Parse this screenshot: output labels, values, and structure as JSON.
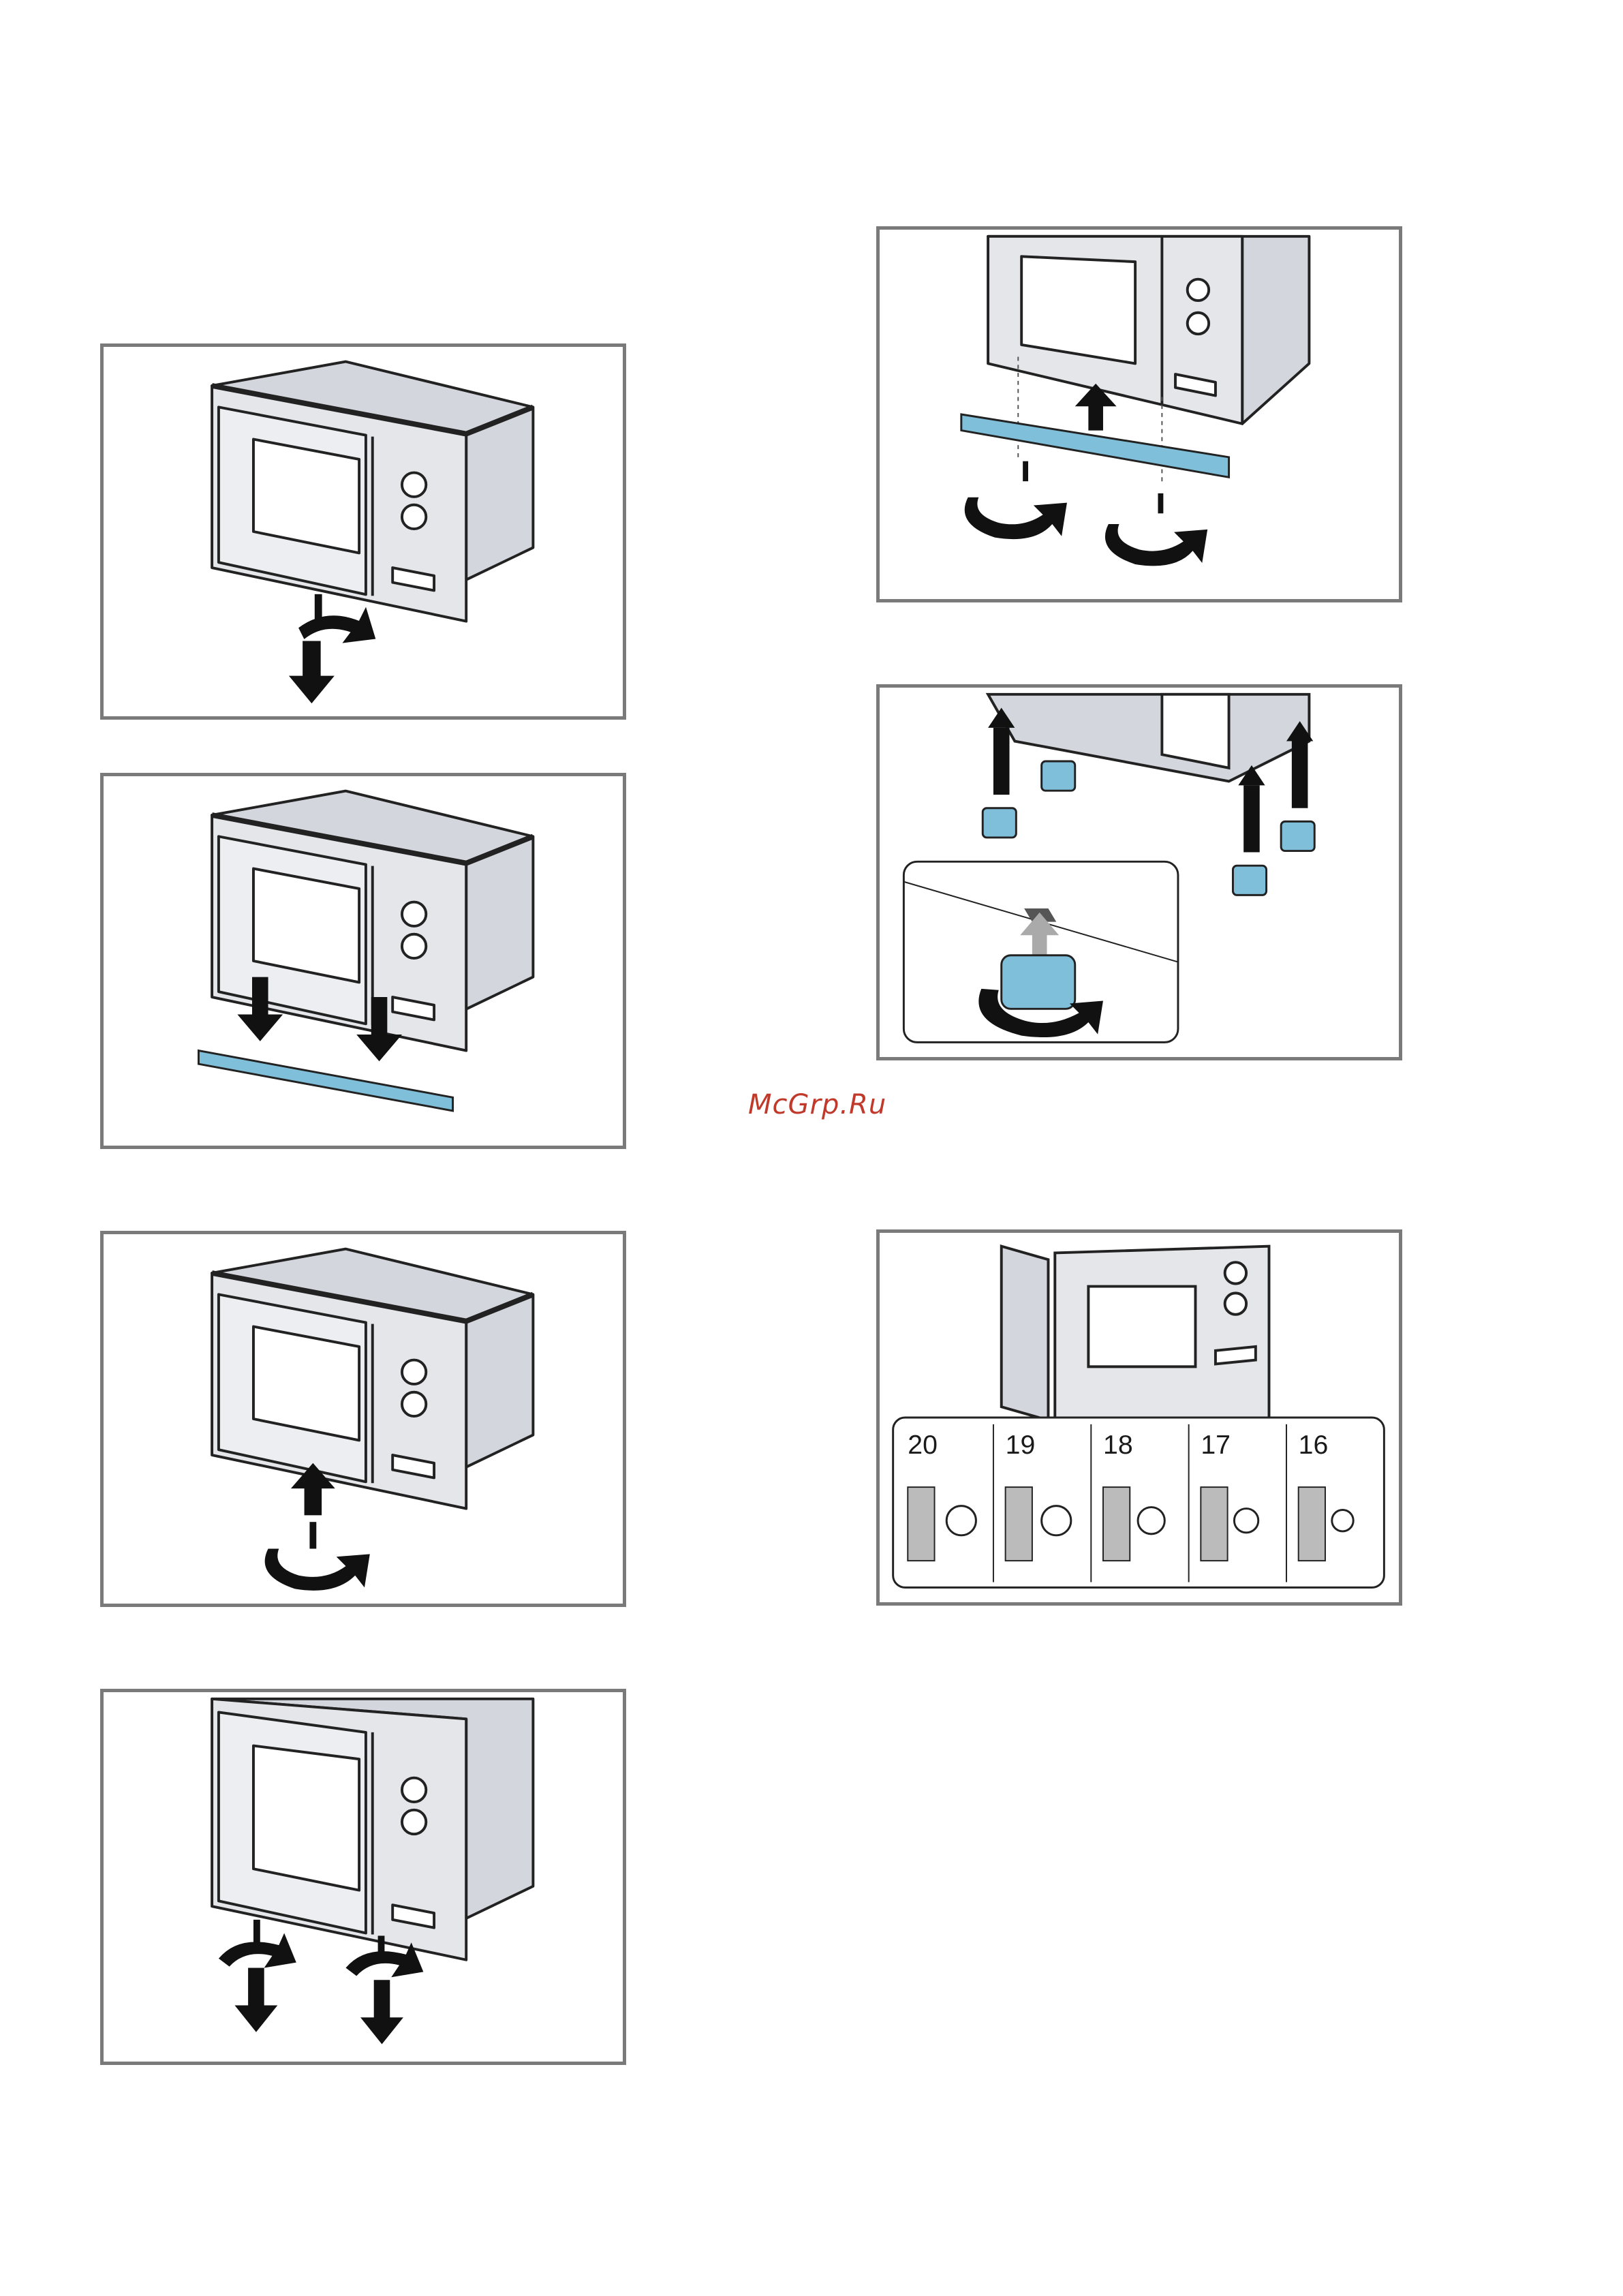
{
  "watermark": "McGrp.Ru",
  "spacer_sizes": [
    "20",
    "19",
    "18",
    "17",
    "16"
  ],
  "colors": {
    "part_blue": "#7fbfda",
    "frame": "#7a7a7a",
    "appliance": "#e4e6ea",
    "arrow": "#111111"
  }
}
